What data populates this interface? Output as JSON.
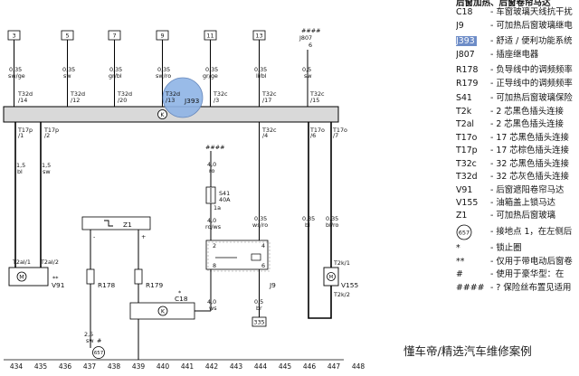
{
  "header": {
    "title": "后窗加热、后窗卷帘马达"
  },
  "top_terminals": [
    {
      "label": "3"
    },
    {
      "label": "5"
    },
    {
      "label": "7"
    },
    {
      "label": "9"
    },
    {
      "label": "11"
    },
    {
      "label": "13"
    },
    {
      "label": "####"
    },
    {
      "label": "J807"
    },
    {
      "label": "6"
    }
  ],
  "wires_top": [
    {
      "size": "0,35",
      "color": "sw/ge",
      "pin": "T32d",
      "pinno": "/14"
    },
    {
      "size": "0,35",
      "color": "sw",
      "pin": "T32d",
      "pinno": "/12"
    },
    {
      "size": "0,35",
      "color": "gr/bl",
      "pin": "T32d",
      "pinno": "/20"
    },
    {
      "size": "0,35",
      "color": "sw/ro",
      "pin": "T32d",
      "pinno": "/13"
    },
    {
      "size": "0,35",
      "color": "gr/ge",
      "pin": "T32c",
      "pinno": "/3"
    },
    {
      "size": "0,35",
      "color": "li/bl",
      "pin": "T32c",
      "pinno": "/17"
    },
    {
      "size": "0,5",
      "color": "sw",
      "pin": "T32c",
      "pinno": "/15"
    }
  ],
  "module": {
    "label": "J393",
    "ground": "K"
  },
  "wires_bottom": [
    {
      "pin": "T17p",
      "pinno": "/1",
      "size": "1,5",
      "color": "bl"
    },
    {
      "pin": "T17p",
      "pinno": "/2",
      "size": "1,5",
      "color": "sw"
    },
    {
      "pin": "T32c",
      "pinno": "/4",
      "size": "0,35",
      "color": "ws/ro"
    },
    {
      "pin": "T17o",
      "pinno": "/6",
      "size": "0,35",
      "color": "bl"
    },
    {
      "pin": "T17o",
      "pinno": "/7",
      "size": "0,35",
      "color": "bl/ro"
    }
  ],
  "fuse": {
    "tag": "####",
    "size_top": "4,0",
    "color_top": "ro",
    "label": "S41",
    "rating": "40A",
    "pin": "1a",
    "size_bot": "4,0",
    "color_bot": "ro/ws"
  },
  "components": {
    "z1": "Z1",
    "r178": "R178",
    "r179": "R179",
    "c18": "C18",
    "c18_star": "*",
    "j9": "J9",
    "v91": "V91",
    "v91_star": "**",
    "v155": "V155",
    "t2al1": "T2al/1",
    "t2al2": "T2al/2",
    "t2k1": "T2k/1",
    "t2k2": "T2k/2",
    "j9_p2": "2",
    "j9_p4": "4",
    "j9_p8": "8",
    "j9_p6": "6",
    "ws_size": "4,0",
    "ws_color": "ws",
    "br_size": "0,5",
    "br_color": "br",
    "ground_num": "335",
    "ground657": "657",
    "sw_size": "2,5",
    "sw_color": "sw",
    "hash": "#"
  },
  "bottom_numbers": [
    "434",
    "435",
    "436",
    "437",
    "438",
    "439",
    "440",
    "441",
    "442",
    "443",
    "444",
    "445",
    "446",
    "447",
    "448"
  ],
  "legend": [
    {
      "code": "C18",
      "desc": "- 车窗玻璃天线抗干扰"
    },
    {
      "code": "J9",
      "desc": "- 可加热后窗玻璃继电"
    },
    {
      "code": "J393",
      "desc": "- 舒适 / 便利功能系统"
    },
    {
      "code": "J807",
      "desc": "- 插座继电器"
    },
    {
      "code": "R178",
      "desc": "- 负导线中的调频频率"
    },
    {
      "code": "R179",
      "desc": "- 正导线中的调频频率"
    },
    {
      "code": "S41",
      "desc": "- 可加热后窗玻璃保险"
    },
    {
      "code": "T2k",
      "desc": "- 2 芯黑色插头连接"
    },
    {
      "code": "T2al",
      "desc": "- 2 芯黑色插头连接"
    },
    {
      "code": "T17o",
      "desc": "- 17 芯黑色插头连接"
    },
    {
      "code": "T17p",
      "desc": "- 17 芯棕色插头连接"
    },
    {
      "code": "T32c",
      "desc": "- 32 芯黑色插头连接"
    },
    {
      "code": "T32d",
      "desc": "- 32 芯灰色插头连接"
    },
    {
      "code": "V91",
      "desc": "- 后窗遮阳卷帘马达"
    },
    {
      "code": "V155",
      "desc": "- 油箱盖上锁马达"
    },
    {
      "code": "Z1",
      "desc": "- 可加热后窗玻璃"
    },
    {
      "code": "657",
      "desc": "- 接地点 1，在左侧后"
    },
    {
      "code": "*",
      "desc": "- 锁止圈"
    },
    {
      "code": "**",
      "desc": "- 仅用于带电动后窗卷"
    },
    {
      "code": "#",
      "desc": "- 使用于豪华型：在"
    },
    {
      "code": "####",
      "desc": "- ? 保险丝布置见适用"
    }
  ],
  "watermark": "懂车帝/精选汽车维修案例",
  "colors": {
    "highlight_circle": "#8fb4e6",
    "highlight_code": "#6d8cc7",
    "bus": "#d9d9d9"
  }
}
